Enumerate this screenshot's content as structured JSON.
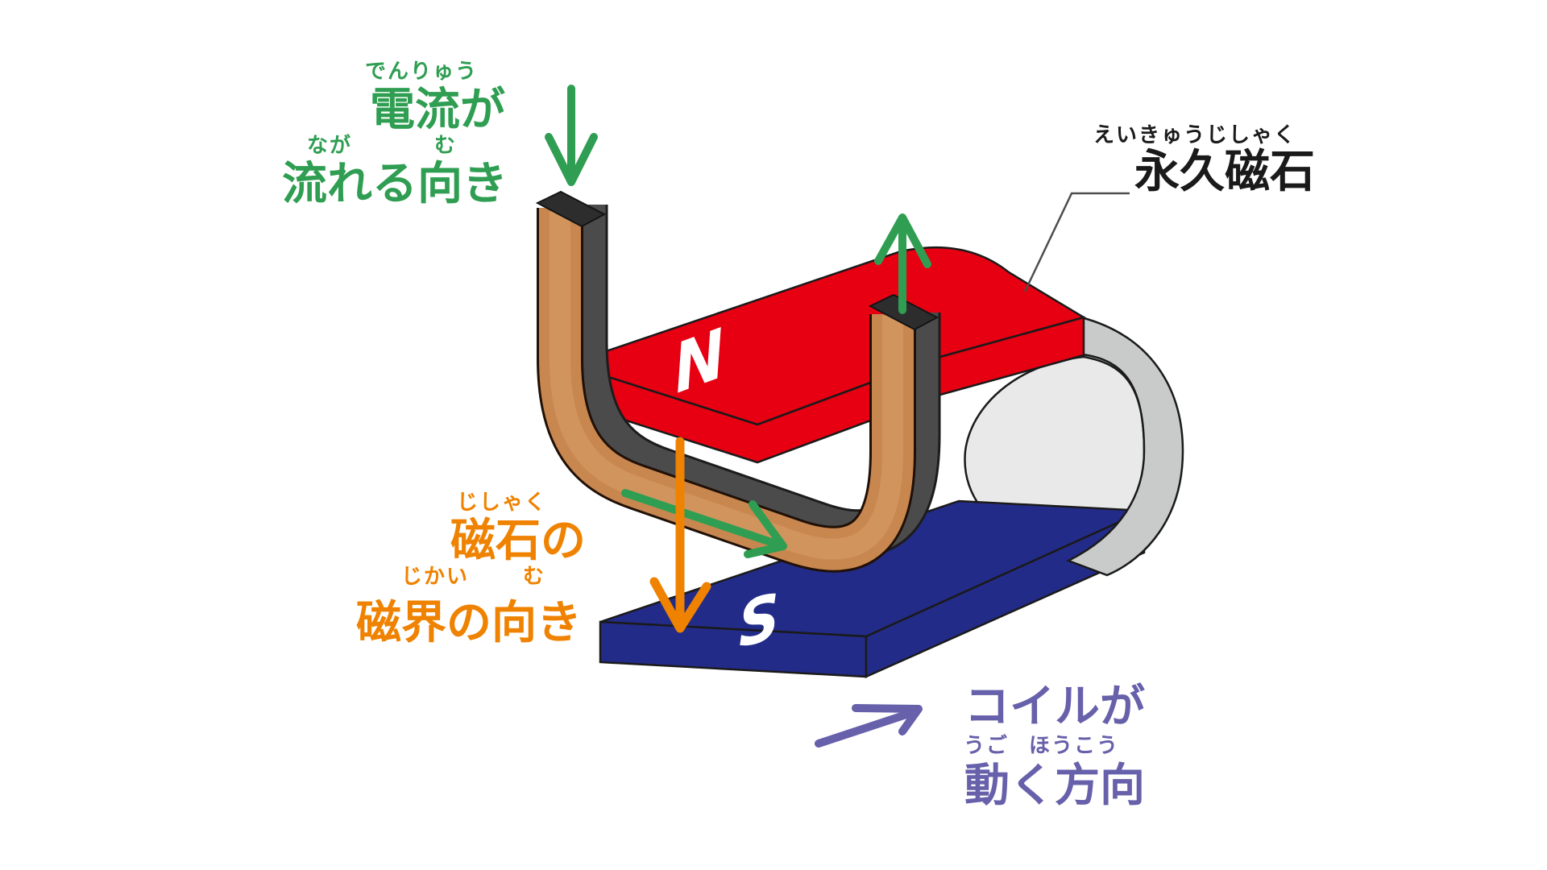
{
  "labels": {
    "current": {
      "furigana_line1": "でんりゅう",
      "line1": "電流が",
      "furigana_naga": "なが",
      "furigana_mu": "む",
      "line2": "流れる向き"
    },
    "magnet": {
      "furigana": "えいきゅうじしゃく",
      "label": "永久磁石"
    },
    "field": {
      "furigana_line1": "じしゃく",
      "line1": "磁石の",
      "furigana_jikai": "じかい",
      "furigana_mu": "む",
      "line2": "磁界の向き"
    },
    "motion": {
      "line1": "コイルが",
      "furigana_ugo": "うご",
      "furigana_houkou": "ほうこう",
      "line2": "動く方向"
    },
    "poles": {
      "north": "N",
      "south": "S"
    }
  },
  "colors": {
    "green": "#2f9e52",
    "orange": "#ef8200",
    "purple": "#6760aa",
    "black_text": "#1a1a1a",
    "magnet_north": "#e60012",
    "magnet_south": "#232b88",
    "coil_copper": "#c8874f",
    "coil_copper_hi": "#d3965f",
    "coil_side": "#4b4b4b",
    "yoke_outer": "#c9caca",
    "yoke_inner": "#e9e9ea"
  }
}
